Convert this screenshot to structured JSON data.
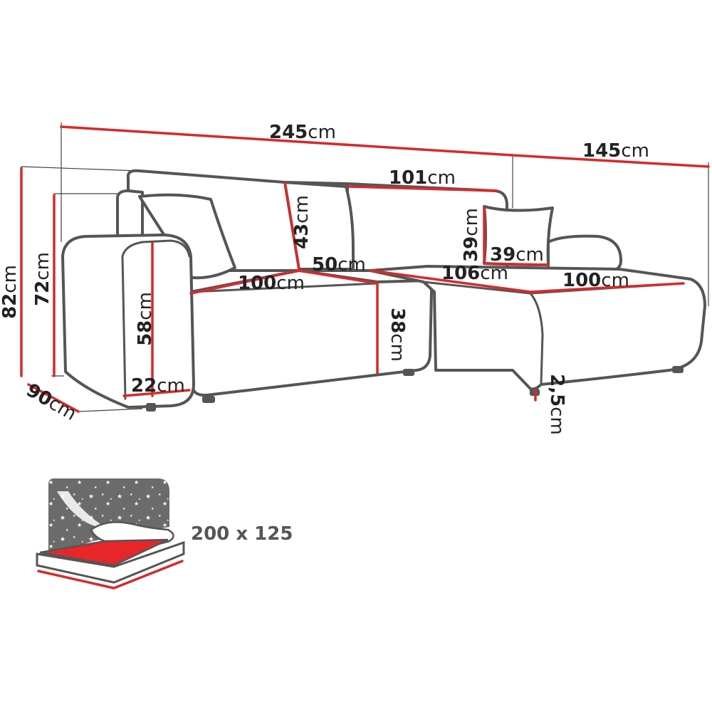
{
  "dimensions": {
    "total_length": {
      "value": "245",
      "unit": "cm"
    },
    "chaise_width": {
      "value": "145",
      "unit": "cm"
    },
    "back_cushion_length": {
      "value": "101",
      "unit": "cm"
    },
    "total_height": {
      "value": "82",
      "unit": "cm"
    },
    "armrest_height": {
      "value": "72",
      "unit": "cm"
    },
    "back_cushion_height": {
      "value": "43",
      "unit": "cm"
    },
    "pillow_height": {
      "value": "39",
      "unit": "cm"
    },
    "pillow_width": {
      "value": "39",
      "unit": "cm"
    },
    "seat_length_left": {
      "value": "100",
      "unit": "cm"
    },
    "seat_depth": {
      "value": "50",
      "unit": "cm"
    },
    "chaise_length": {
      "value": "106",
      "unit": "cm"
    },
    "chaise_seat_width": {
      "value": "100",
      "unit": "cm"
    },
    "arm_inner_height": {
      "value": "58",
      "unit": "cm"
    },
    "seat_height": {
      "value": "38",
      "unit": "cm"
    },
    "arm_width": {
      "value": "22",
      "unit": "cm"
    },
    "depth": {
      "value": "90",
      "unit": "cm"
    },
    "leg_height": {
      "value": "2,5",
      "unit": "cm"
    }
  },
  "sleeping_area": {
    "label": "200 x 125"
  },
  "icons": [
    "sofa-outline",
    "bed-icon"
  ],
  "colors": {
    "dimension_line": "#d62a2a",
    "outline": "#555555",
    "bed_surface": "#e8262a"
  }
}
